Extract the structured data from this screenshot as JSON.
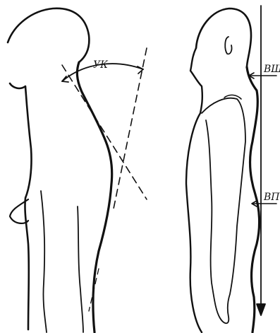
{
  "labels": {
    "angle": "УК",
    "neck_curve": "ВШ",
    "lumbar_curve": "ВП"
  },
  "colors": {
    "ink": "#111111",
    "paper": "#ffffff"
  }
}
